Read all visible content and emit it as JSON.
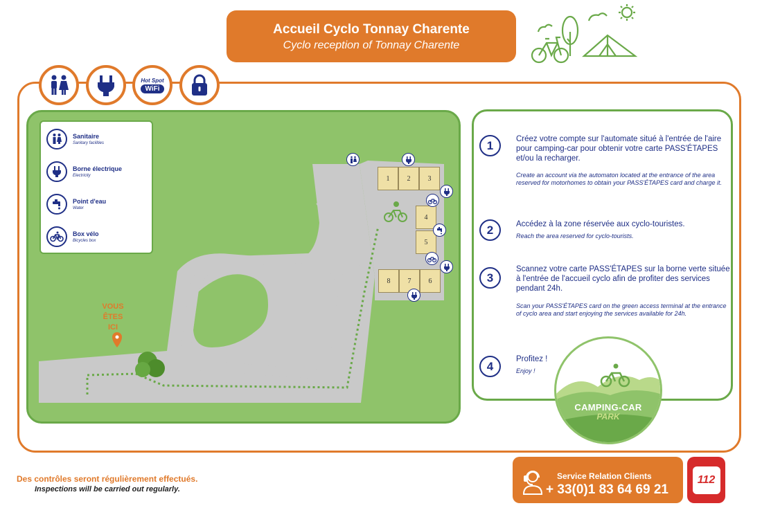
{
  "header": {
    "title": "Accueil Cyclo Tonnay Charente",
    "subtitle": "Cyclo reception of Tonnay Charente"
  },
  "top_icons": [
    {
      "icon": "toilets-icon"
    },
    {
      "icon": "electric-plug-icon"
    },
    {
      "icon": "wifi-hotspot-icon",
      "label_top": "Hot Spot",
      "label_bottom": "WiFi"
    },
    {
      "icon": "padlock-icon"
    }
  ],
  "legend": {
    "items": [
      {
        "icon": "toilets-icon",
        "name": "Sanitaire",
        "en": "Sanitary facilities"
      },
      {
        "icon": "electric-plug-icon",
        "name": "Borne électrique",
        "en": "Electricity"
      },
      {
        "icon": "water-tap-icon",
        "name": "Point d'eau",
        "en": "Water"
      },
      {
        "icon": "bicycle-icon",
        "name": "Box vélo",
        "en": "Bicycles box"
      }
    ]
  },
  "map": {
    "you_are_here": [
      "VOUS",
      "ÊTES",
      "ICI"
    ],
    "pitches": [
      "1",
      "2",
      "3",
      "4",
      "5",
      "6",
      "7",
      "8"
    ]
  },
  "steps": [
    {
      "num": "1",
      "fr": "Créez votre compte sur l'automate situé à l'entrée de l'aire pour camping-car pour obtenir votre carte PASS'ÉTAPES et/ou la recharger.",
      "en": "Create an account via the automaton located at the entrance of the area reserved for motorhomes to obtain your PASS'ÉTAPES card and charge it."
    },
    {
      "num": "2",
      "fr": "Accédez à la zone réservée aux cyclo-touristes.",
      "en": "Reach the area reserved for cyclo-tourists."
    },
    {
      "num": "3",
      "fr": "Scannez votre carte PASS'ÉTAPES sur la borne verte située à l'entrée de l'accueil cyclo afin de profiter des services pendant 24h.",
      "en": "Scan your PASS'ÉTAPES card on the green access terminal at the entrance of cyclo area and start enjoying the services available for 24h."
    },
    {
      "num": "4",
      "fr": "Profitez !",
      "en": "Enjoy !"
    }
  ],
  "park_badge": {
    "title": "CAMPING-CAR",
    "sub": "PARK"
  },
  "footer": {
    "controls_fr": "Des contrôles seront régulièrement effectués.",
    "controls_en": "Inspections will be carried out regularly.",
    "service_label": "Service Relation Clients",
    "service_phone": "+ 33(0)1 83 64 69 21",
    "emergency": "112"
  },
  "colors": {
    "orange": "#e07a2b",
    "green": "#8fc36a",
    "dark_green": "#6aa949",
    "navy": "#1f2f86",
    "red": "#d62b2b"
  }
}
